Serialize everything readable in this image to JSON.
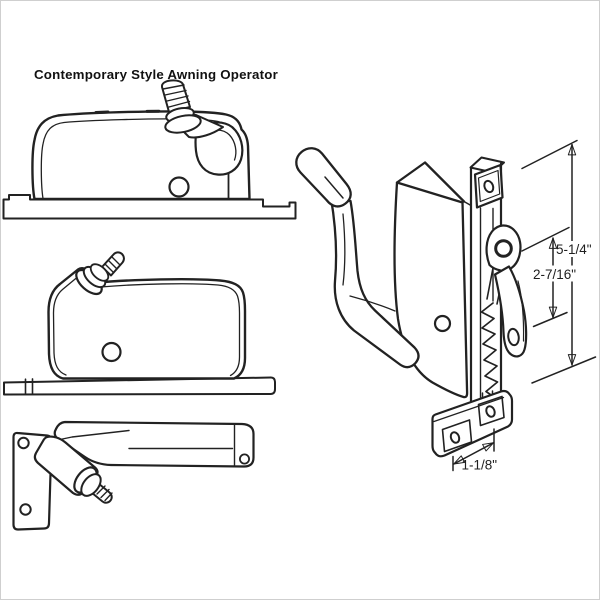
{
  "title": "Contemporary Style Awning Operator",
  "dimensions": {
    "overall_height": "5-1/4\"",
    "mid_height": "2-7/16\"",
    "base_width": "1-1/8\""
  },
  "colors": {
    "line": "#222222",
    "background": "#ffffff",
    "frame_border": "#cfcfcf"
  }
}
